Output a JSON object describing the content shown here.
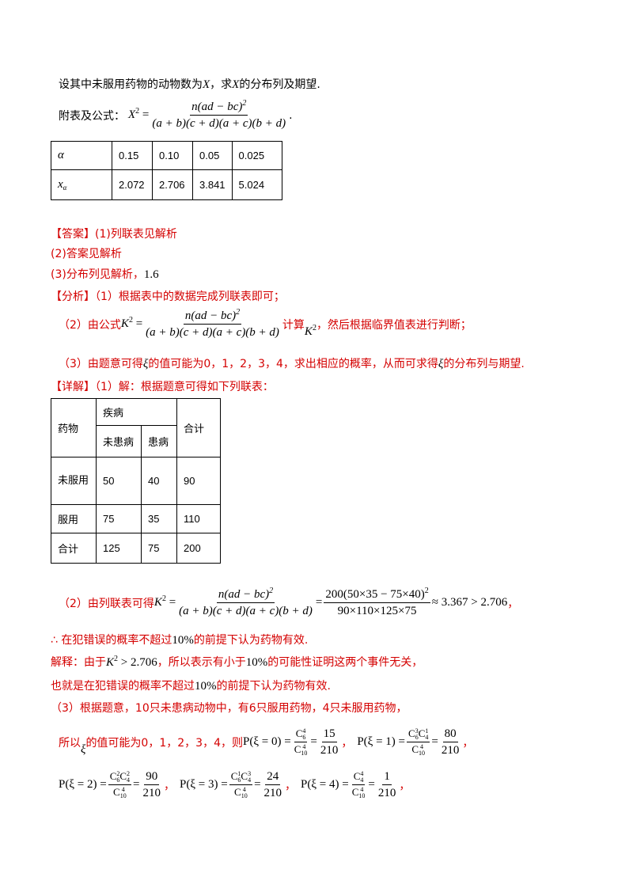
{
  "intro": {
    "line1_prefix": "设其中未服用药物的动物数为",
    "line1_var": "X",
    "line1_mid": "，求",
    "line1_var2": "X",
    "line1_suffix": "的分布列及期望.",
    "formula_label": "附表及公式：",
    "formula_lhs": "X",
    "formula_num": "n(ad − bc)",
    "formula_den": "(a + b)(c + d)(a + c)(b + d)",
    "formula_end": "."
  },
  "alpha_table": {
    "row1_head": "α",
    "row1": [
      "0.15",
      "0.10",
      "0.05",
      "0.025"
    ],
    "row2_head": "x",
    "row2_sub": "α",
    "row2": [
      "2.072",
      "2.706",
      "3.841",
      "5.024"
    ]
  },
  "answer": {
    "tag": "【答案】",
    "a1": "(1)列联表见解析",
    "a2": "(2)答案见解析",
    "a3": "(3)分布列见解析，",
    "a3_value": "1.6"
  },
  "analysis": {
    "tag": "【分析】",
    "p1": "（1）根据表中的数据完成列联表即可；",
    "p2_prefix": "（2）由公式",
    "p2_lhs": "K",
    "p2_num": "n(ad − bc)",
    "p2_den": "(a + b)(c + d)(a + c)(b + d)",
    "p2_mid": "计算",
    "p2_k": "K",
    "p2_suffix": "，然后根据临界值表进行判断；",
    "p3_prefix": "（3）由题意可得",
    "p3_xi": "ξ",
    "p3_mid": "的值可能为0，1，2，3，4，求出相应的概率，从而可求得",
    "p3_xi2": "ξ",
    "p3_suffix": "的分布列与期望."
  },
  "detail": {
    "tag": "【详解】",
    "p1": "（1）解：根据题意可得如下列联表："
  },
  "contingency": {
    "drug": "药物",
    "disease": "疾病",
    "not_ill": "未患病",
    "ill": "患病",
    "total": "合计",
    "rows": [
      {
        "label": "未服用",
        "values": [
          "50",
          "40",
          "90"
        ]
      },
      {
        "label": "服用",
        "values": [
          "75",
          "35",
          "110"
        ]
      },
      {
        "label": "合计",
        "values": [
          "125",
          "75",
          "200"
        ]
      }
    ]
  },
  "part2": {
    "prefix": "（2）由列联表可得",
    "lhs": "K",
    "num1": "n(ad − bc)",
    "den1": "(a + b)(c + d)(a + c)(b + d)",
    "num2": "200(50×35 − 75×40)",
    "den2": "90×110×125×75",
    "result": "≈ 3.367 > 2.706",
    "end": "，",
    "c1": "∴ 在犯错误的概率不超过",
    "c1_pct": "10%",
    "c1_suffix": "的前提下认为药物有效.",
    "c2_prefix": "解释：由于",
    "c2_expr": "K",
    "c2_expr2": " > 2.706",
    "c2_mid": "，所以表示有小于",
    "c2_pct": "10%",
    "c2_suffix": "的可能性证明这两个事件无关，",
    "c3": "也就是在犯错误的概率不超过",
    "c3_pct": "10%",
    "c3_suffix": "的前提下认为药物有效."
  },
  "part3": {
    "p1": "（3）根据题意，10只未患病动物中，有6只服用药物，4只未服用药物，",
    "p2_prefix": "所以",
    "p2_xi": "ξ",
    "p2_mid": "的值可能为0，1，2，3，4，则",
    "probs": [
      {
        "lhs": "P(ξ = 0) =",
        "num": "C",
        "den": "C",
        "value": "15"
      },
      {
        "lhs": "P(ξ = 1) =",
        "num": "CC",
        "den": "C",
        "value": "80"
      },
      {
        "lhs": "P(ξ = 2) =",
        "num": "CC",
        "den": "C",
        "value": "90"
      },
      {
        "lhs": "P(ξ = 3) =",
        "num": "CC",
        "den": "C",
        "value": "24"
      },
      {
        "lhs": "P(ξ = 4) =",
        "num": "C",
        "den": "C",
        "value": "1"
      }
    ],
    "denominator": "210",
    "sep": "，"
  }
}
